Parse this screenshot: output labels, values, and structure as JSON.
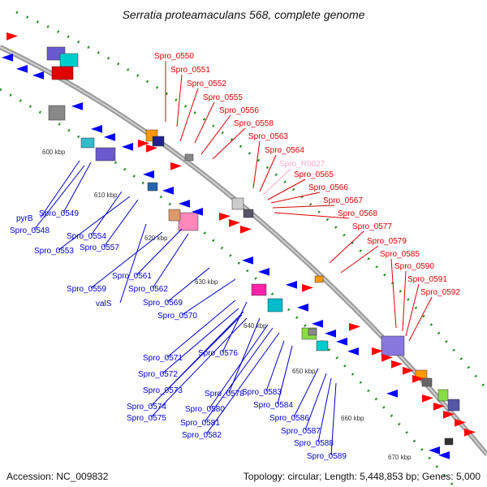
{
  "title": "Serratia proteamaculans 568, complete genome",
  "footer": {
    "accession": "Accession: NC_009832",
    "topology": "Topology: circular; Length: 5,448,853 bp; Genes: 5,000"
  },
  "colors": {
    "forward": "#ff0000",
    "reverse": "#0000ff",
    "rna": "#ffaacc",
    "tick_green": "#228b22",
    "backbone": "#9a9a9a"
  },
  "scale_ticks": [
    "600 kbp",
    "610 kbp",
    "620 kbp",
    "630 kbp",
    "640 kbp",
    "650 kbp",
    "660 kbp",
    "670 kbp"
  ],
  "forward_labels": [
    "Spro_0550",
    "Spro_0551",
    "Spro_0552",
    "Spro_0555",
    "Spro_0556",
    "Spro_0558",
    "Spro_0563",
    "Spro_0564",
    "Spro_R0027",
    "Spro_0565",
    "Spro_0566",
    "Spro_0567",
    "Spro_0568",
    "Spro_0577",
    "Spro_0579",
    "Spro_0585",
    "Spro_0590",
    "Spro_0591",
    "Spro_0592"
  ],
  "reverse_labels": [
    "pyrB",
    "Spro_0549",
    "Spro_0548",
    "Spro_0554",
    "Spro_0553",
    "Spro_0557",
    "Spro_0561",
    "Spro_0559",
    "Spro_0562",
    "valS",
    "Spro_0569",
    "Spro_0570",
    "Spro_0571",
    "Spro_0576",
    "Spro_0572",
    "Spro_0573",
    "Spro_0578",
    "Spro_0574",
    "Spro_0580",
    "Spro_0575",
    "Spro_0583",
    "Spro_0584",
    "Spro_0581",
    "Spro_0582",
    "Spro_0586",
    "Spro_0587",
    "Spro_0588",
    "Spro_0589"
  ]
}
